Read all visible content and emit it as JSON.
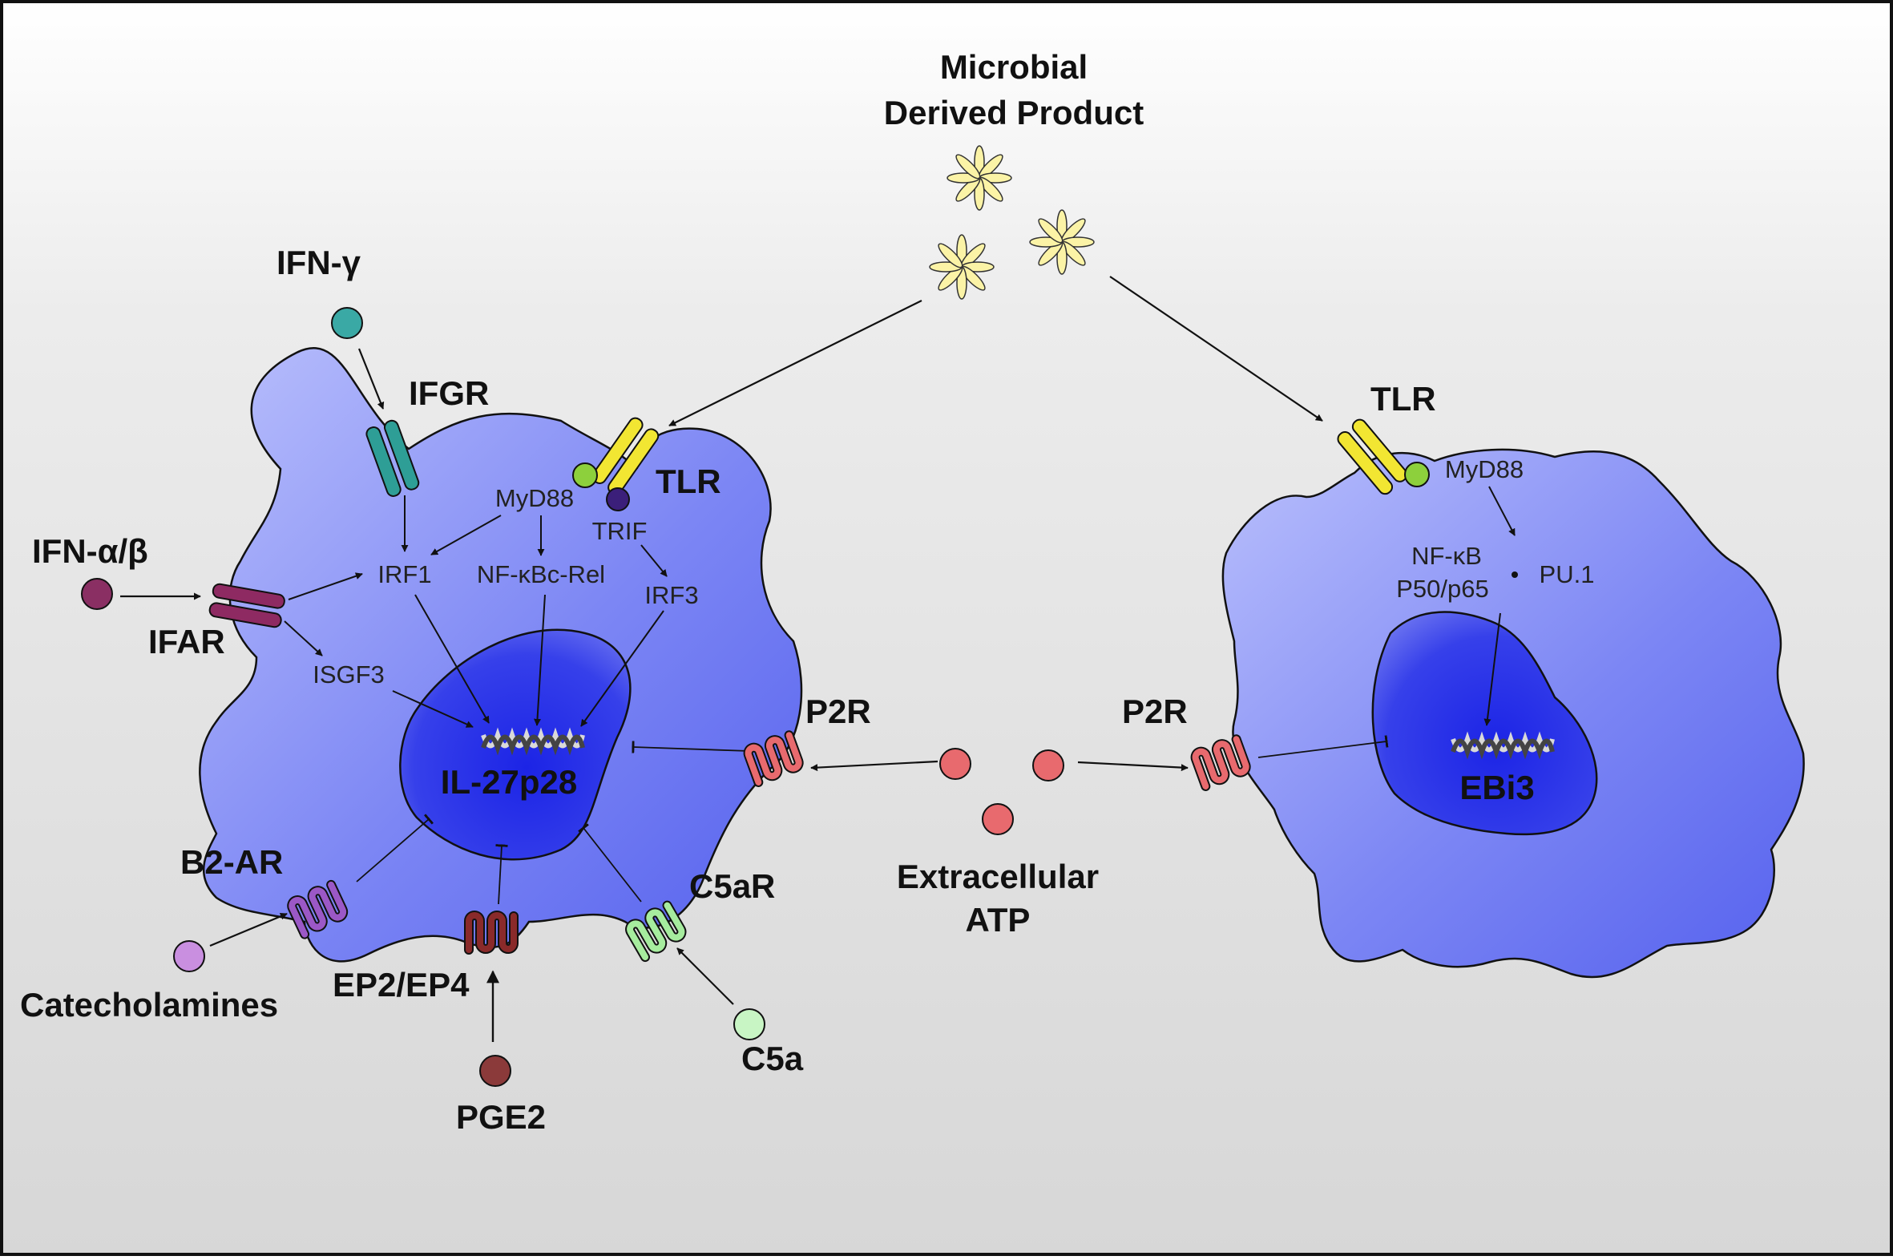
{
  "microbial": {
    "line1": "Microbial",
    "line2": "Derived Product"
  },
  "left_cell": {
    "ifn_gamma": "IFN-γ",
    "ifgr": "IFGR",
    "tlr": "TLR",
    "ifn_alpha_beta": "IFN-α/β",
    "ifar": "IFAR",
    "myd88": "MyD88",
    "trif": "TRIF",
    "irf1": "IRF1",
    "nfkb_crel": "NF-κBc-Rel",
    "irf3": "IRF3",
    "isgf3": "ISGF3",
    "gene": "IL-27p28",
    "p2r": "P2R",
    "b2ar": "B2-AR",
    "catecholamines": "Catecholamines",
    "ep2ep4": "EP2/EP4",
    "pge2": "PGE2",
    "c5ar": "C5aR",
    "c5a": "C5a"
  },
  "atp": {
    "line1": "Extracellular",
    "line2": "ATP"
  },
  "right_cell": {
    "tlr": "TLR",
    "myd88": "MyD88",
    "nfkb": "NF-κB",
    "p50p65": "P50/p65",
    "pu1": "PU.1",
    "p2r": "P2R",
    "gene": "EBi3"
  },
  "colors": {
    "cell_fill_dark": "#5866ee",
    "cell_fill_light": "#b3b9fb",
    "nucleus": "#2a34ea",
    "tlr": "#f2e632",
    "ifgr": "#2e9e96",
    "ifar": "#8e2a62",
    "p2r": "#e05a60",
    "b2ar": "#9b58c6",
    "ep": "#8a2a2a",
    "c5ar": "#8fe08f",
    "myd88_dot": "#8dd03c",
    "trif_dot": "#3b1f7a"
  }
}
